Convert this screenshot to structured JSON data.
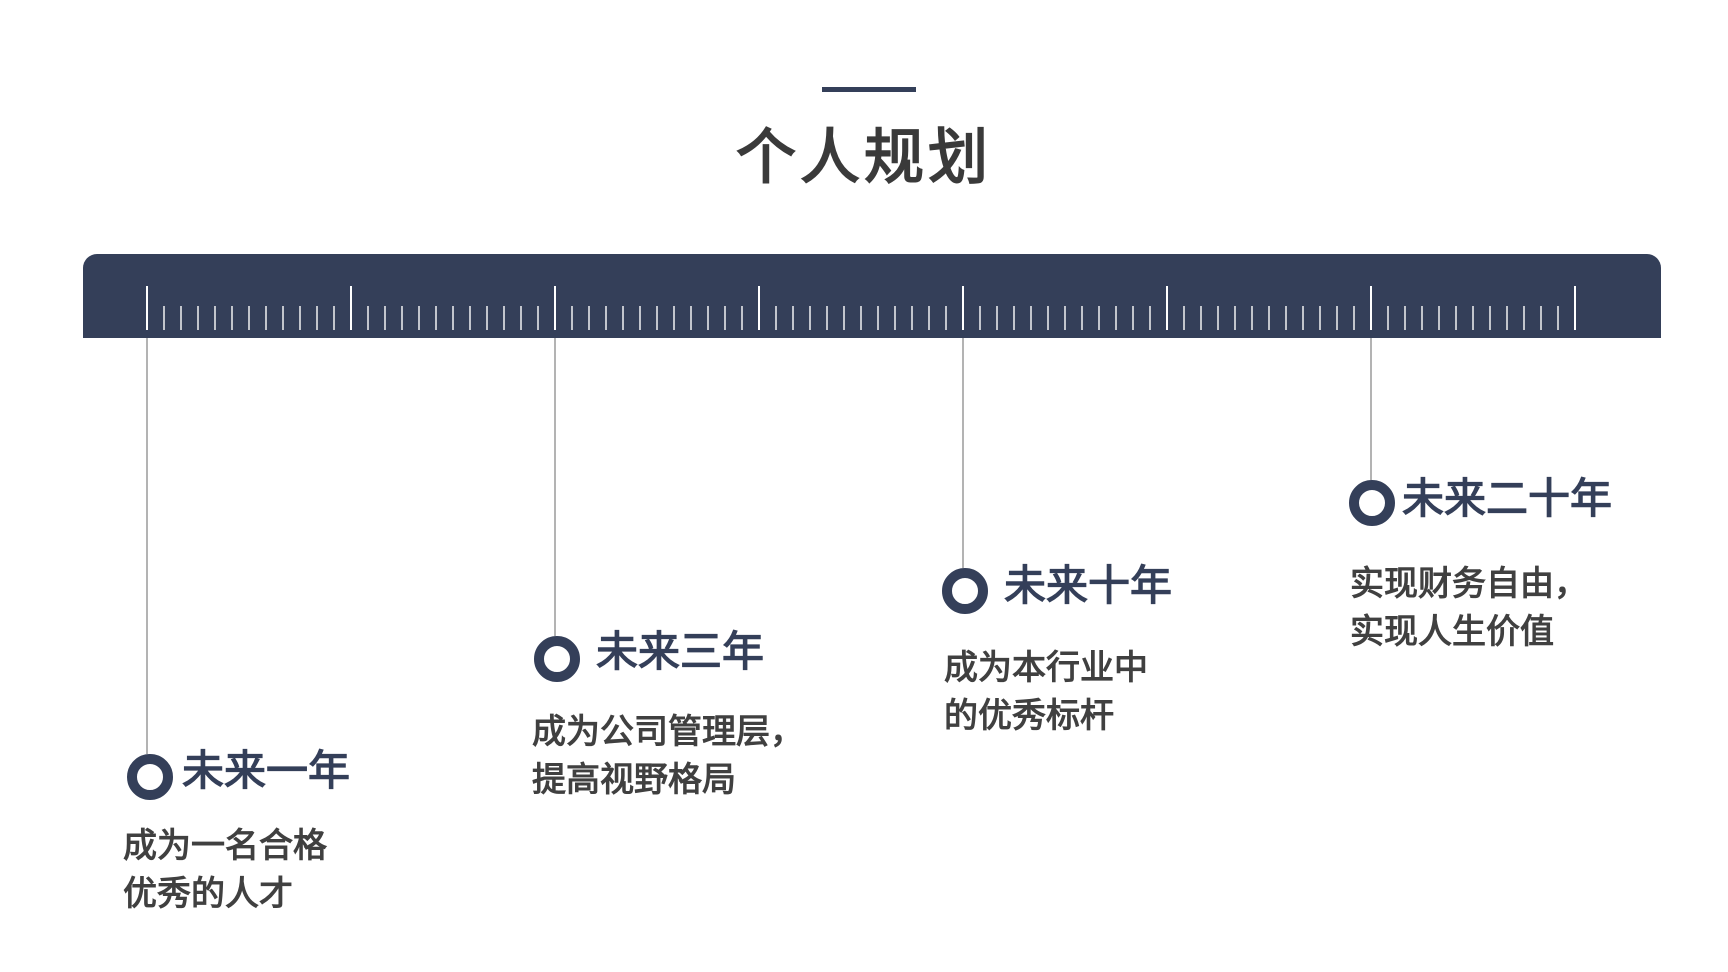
{
  "page": {
    "title": "个人规划"
  },
  "colors": {
    "accent": "#343f59",
    "title_text": "#3a3a3a",
    "body_text": "#404040",
    "ruler_ticks": "#ffffff",
    "connector": "#9a9a9a"
  },
  "milestones": [
    {
      "title": "未来一年",
      "desc_line1": "成为一名合格",
      "desc_line2": "优秀的人才"
    },
    {
      "title": "未来三年",
      "desc_line1": "成为公司管理层，",
      "desc_line2": "提高视野格局"
    },
    {
      "title": "未来十年",
      "desc_line1": "成为本行业中",
      "desc_line2": "的优秀标杆"
    },
    {
      "title": "未来二十年",
      "desc_line1": "实现财务自由，",
      "desc_line2": "实现人生价值"
    }
  ]
}
